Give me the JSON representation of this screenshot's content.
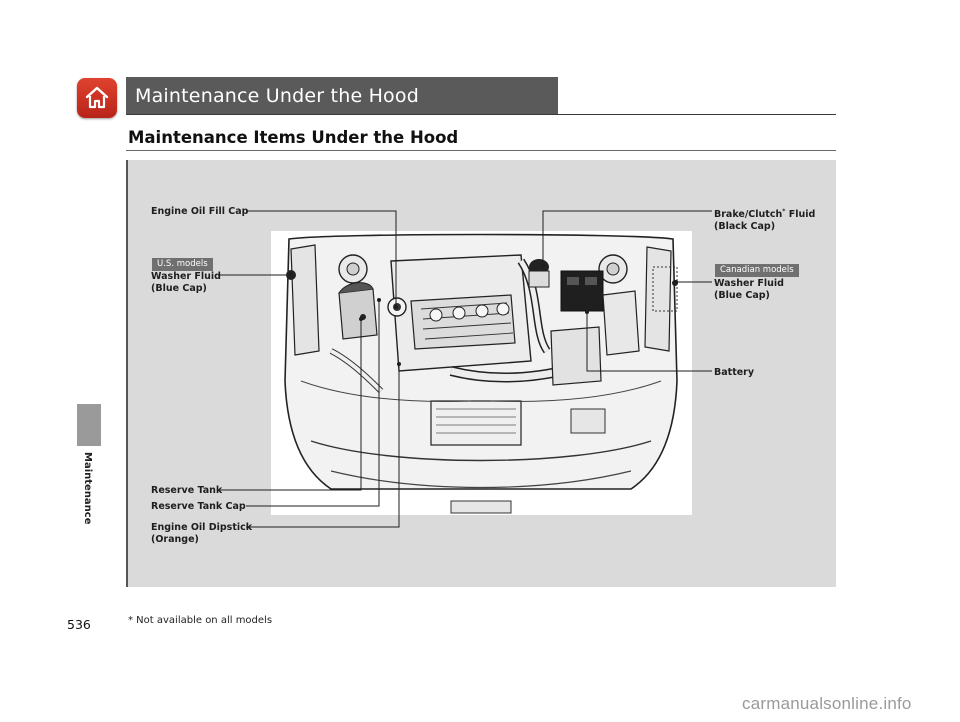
{
  "header": {
    "title": "Maintenance Under the Hood"
  },
  "sidebar": {
    "section_label": "Maintenance"
  },
  "section": {
    "title": "Maintenance Items Under the Hood"
  },
  "callouts": {
    "engine_oil_fill_cap": "Engine Oil Fill Cap",
    "washer_fluid_us_line1": "Washer Fluid",
    "washer_fluid_us_line2": "(Blue Cap)",
    "us_models_badge": "U.S. models",
    "brake_clutch_prefix": "Brake/Clutch",
    "brake_clutch_star": "*",
    "brake_clutch_suffix": " Fluid",
    "brake_clutch_line2": "(Black Cap)",
    "canadian_models_badge": "Canadian models",
    "washer_fluid_ca_line1": "Washer Fluid",
    "washer_fluid_ca_line2": "(Blue Cap)",
    "battery": "Battery",
    "reserve_tank": "Reserve Tank",
    "reserve_tank_cap": "Reserve Tank Cap",
    "engine_oil_dipstick_line1": "Engine Oil Dipstick",
    "engine_oil_dipstick_line2": "(Orange)"
  },
  "footer": {
    "page_number": "536",
    "footnote": "* Not available on all models",
    "watermark": "carmanualsonline.info"
  },
  "icons": {
    "home": "home-icon"
  },
  "colors": {
    "home_button": "#c8301f",
    "header_bar": "#5a5a5a",
    "panel": "#dadada",
    "badge": "#707070"
  }
}
